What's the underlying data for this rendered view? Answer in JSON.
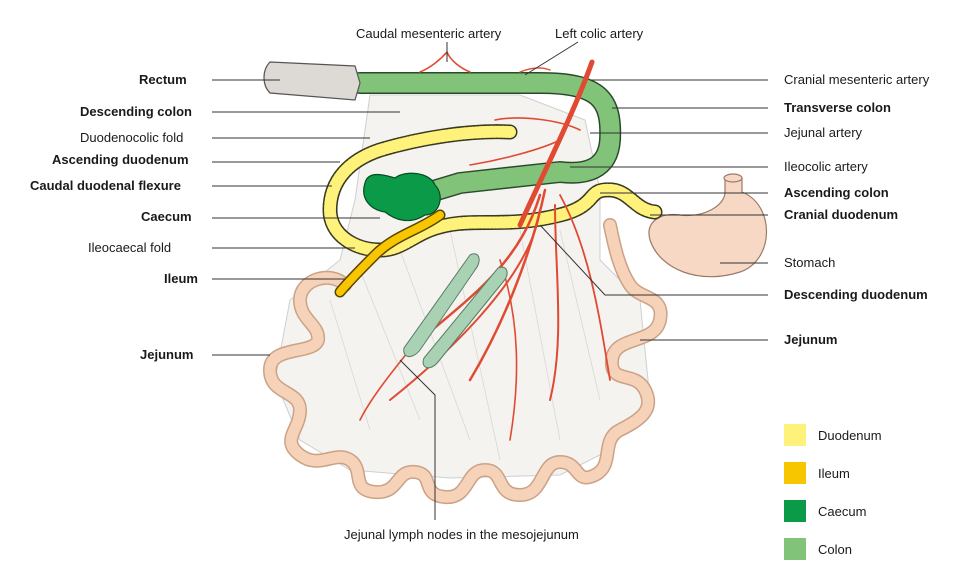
{
  "labels": {
    "caudal_mesenteric_artery": "Caudal mesenteric artery",
    "left_colic_artery": "Left colic artery",
    "rectum": "Rectum",
    "descending_colon": "Descending colon",
    "duodenocolic_fold": "Duodenocolic fold",
    "ascending_duodenum": "Ascending duodenum",
    "caudal_duodenal_flexure": "Caudal duodenal flexure",
    "caecum": "Caecum",
    "ileocaecal_fold": "Ileocaecal fold",
    "ileum": "Ileum",
    "jejunum_left": "Jejunum",
    "cranial_mesenteric_artery": "Cranial mesenteric artery",
    "transverse_colon": "Transverse colon",
    "jejunal_artery": "Jejunal artery",
    "ileocolic_artery": "Ileocolic artery",
    "ascending_colon": "Ascending colon",
    "cranial_duodenum": "Cranial duodenum",
    "stomach": "Stomach",
    "descending_duodenum": "Descending duodenum",
    "jejunum_right": "Jejunum",
    "jejunal_lymph_nodes": "Jejunal lymph nodes in the mesojejunum"
  },
  "legend": [
    {
      "label": "Duodenum",
      "color": "#fff27a"
    },
    {
      "label": "Ileum",
      "color": "#f7c600"
    },
    {
      "label": "Caecum",
      "color": "#0b9a48"
    },
    {
      "label": "Colon",
      "color": "#82c37a"
    }
  ],
  "colors": {
    "mesentery": "#f4f3f0",
    "jejunum": "#f6d2b8",
    "artery": "#e04a32",
    "lymph": "#a9d2b4",
    "stomach": "#f6d8c4"
  }
}
